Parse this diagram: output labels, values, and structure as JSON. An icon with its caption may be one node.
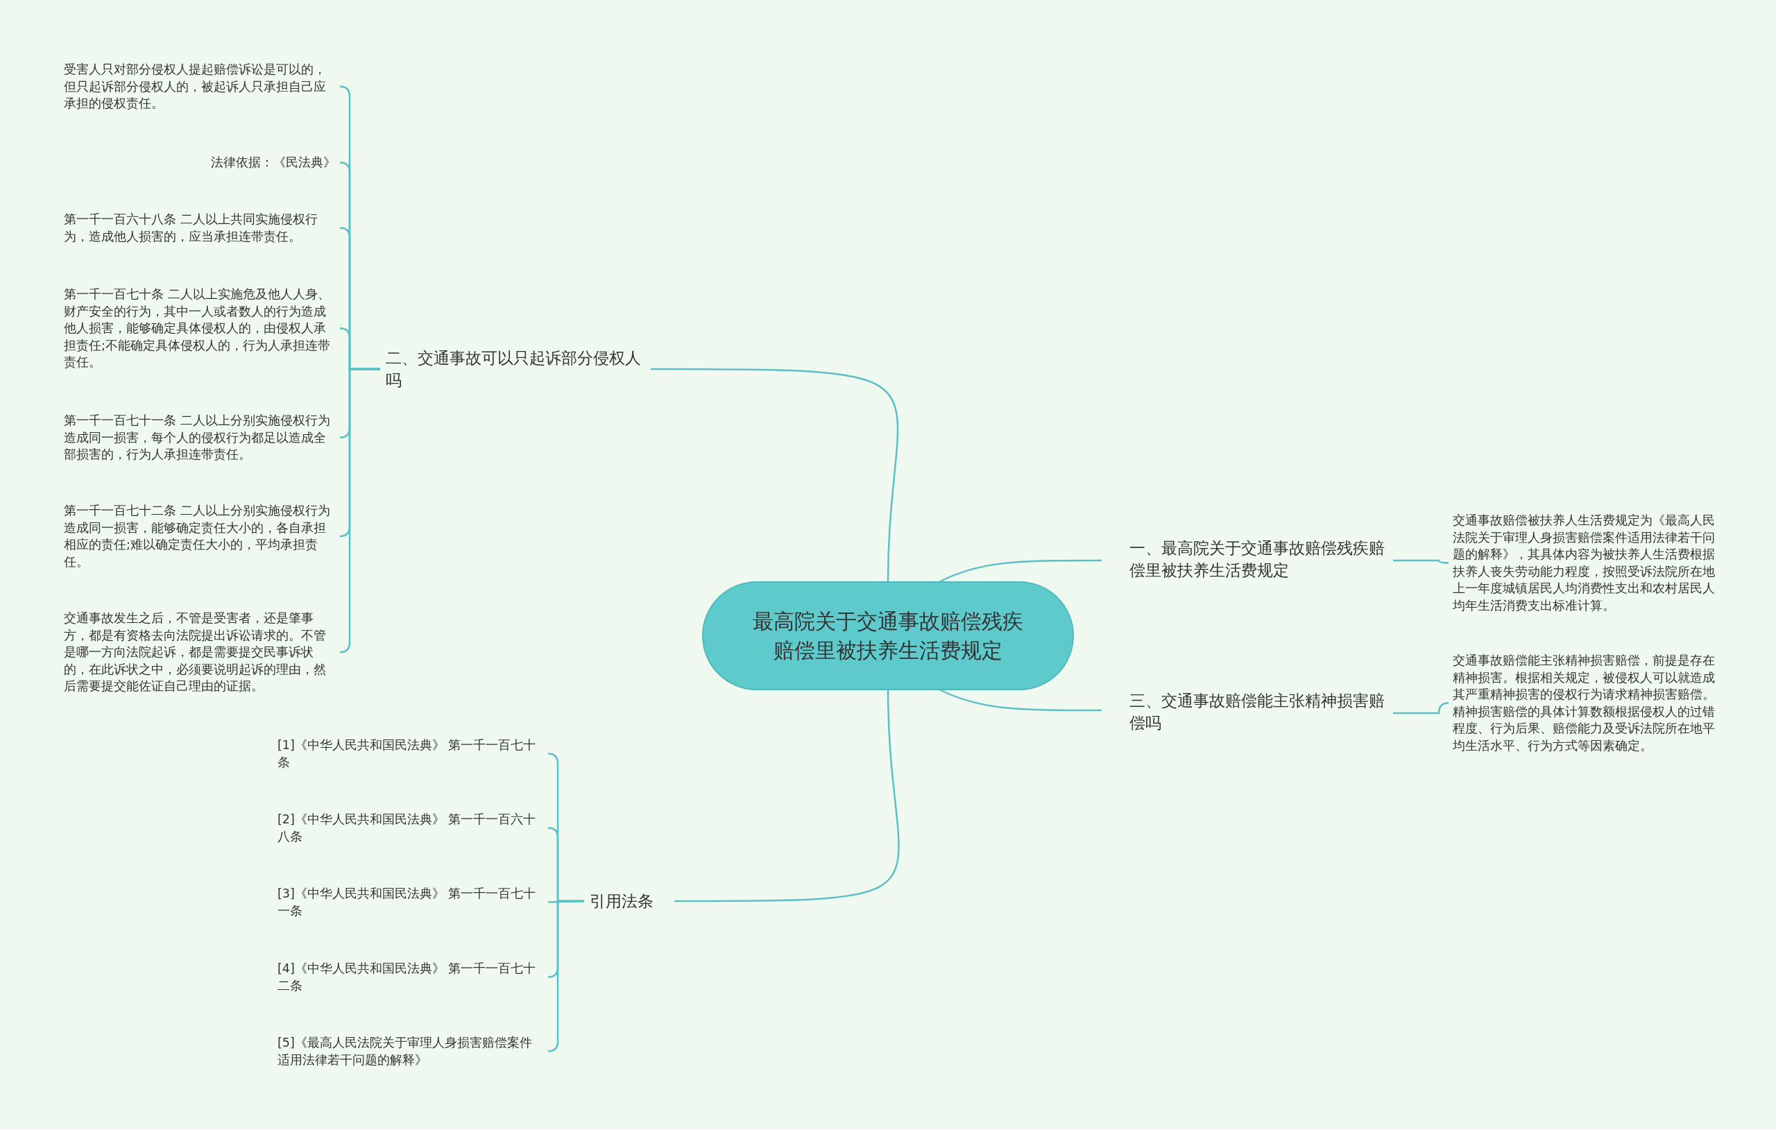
{
  "diagram": {
    "nodes": [
      {
        "text": [
          "最高院关于交通事故赔偿残疾赔偿里被扶养生活费规定"
        ]
      },
      {
        "text": [
          "一、最高院关于交通事故赔偿残疾赔偿里被扶养生活费规定"
        ]
      },
      {
        "text": [
          "交通事故赔偿被扶养人生活费规定为《最高人民法院关于审理人身损害赔偿案件适用法律若干问题的解释》，其具体内容为被扶养人生活费根据扶养人丧失劳动能力程度，按照受诉法院所在地上一年度城镇居民人均消费性支出和农村居民人均年生活消费支出标准计算。"
        ]
      },
      {
        "text": [
          "三、交通事故赔偿能主张精神损害赔偿吗"
        ]
      },
      {
        "text": [
          "交通事故赔偿能主张精神损害赔偿，前提是存在精神损害。根据相关规定，被侵权人可以就造成其严重精神损害的侵权行为请求精神损害赔偿。精神损害赔偿的具体计算数额根据侵权人的过错程度、行为后果、赔偿能力及受诉法院所在地平均生活水平、行为方式等因素确定。"
        ]
      },
      {
        "text": [
          "二、交通事故可以只起诉部分侵权人吗"
        ]
      },
      {
        "text": [
          "受害人只对部分侵权人提起赔偿诉讼是可以的，但只起诉部分侵权人的，被起诉人只承担自己应承担的侵权责任。"
        ]
      },
      {
        "text": [
          "法律依据：《民法典》"
        ]
      },
      {
        "text": [
          "第一千一百六十八条 二人以上共同实施侵权行为，造成他人损害的，应当承担连带责任。"
        ]
      },
      {
        "text": [
          "第一千一百七十条 二人以上实施危及他人人身、财产安全的行为，其中一人或者数人的行为造成他人损害，能够确定具体侵权人的，由侵权人承担责任;不能确定具体侵权人的，行为人承担连带责任。"
        ]
      },
      {
        "text": [
          "第一千一百七十一条 二人以上分别实施侵权行为造成同一损害，每个人的侵权行为都足以造成全部损害的，行为人承担连带责任。"
        ]
      },
      {
        "text": [
          "第一千一百七十二条 二人以上分别实施侵权行为造成同一损害，能够确定责任大小的，各自承担相应的责任;难以确定责任大小的，平均承担责任。"
        ]
      },
      {
        "text": [
          "交通事故发生之后，不管是受害者，还是肇事方，都是有资格去向法院提出诉讼请求的。不管是哪一方向法院起诉，都是需要提交民事诉状的，在此诉状之中，必须要说明起诉的理由，然后需要提交能佐证自己理由的证据。"
        ]
      },
      {
        "text": [
          "引用法条"
        ]
      },
      {
        "text": [
          "[1]《中华人民共和国民法典》 第一千一百七十条"
        ]
      },
      {
        "text": [
          "[2]《中华人民共和国民法典》 第一千一百六十八条"
        ]
      },
      {
        "text": [
          "[3]《中华人民共和国民法典》 第一千一百七十一条"
        ]
      },
      {
        "text": [
          "[4]《中华人民共和国民法典》 第一千一百七十二条"
        ]
      },
      {
        "text": [
          "[5]《最高人民法院关于审理人身损害赔偿案件适用法律若干问题的解释》"
        ]
      }
    ],
    "edges": [
      {
        "from": 0,
        "to": 1,
        "arrow": "none"
      },
      {
        "from": 1,
        "to": 2,
        "arrow": "none"
      },
      {
        "from": 0,
        "to": 3,
        "arrow": "none"
      },
      {
        "from": 3,
        "to": 4,
        "arrow": "none"
      },
      {
        "from": 0,
        "to": 5,
        "arrow": "none"
      },
      {
        "from": 5,
        "to": 6,
        "arrow": "none"
      },
      {
        "from": 5,
        "to": 7,
        "arrow": "none"
      },
      {
        "from": 5,
        "to": 8,
        "arrow": "none"
      },
      {
        "from": 5,
        "to": 9,
        "arrow": "none"
      },
      {
        "from": 5,
        "to": 10,
        "arrow": "none"
      },
      {
        "from": 5,
        "to": 11,
        "arrow": "none"
      },
      {
        "from": 5,
        "to": 12,
        "arrow": "none"
      },
      {
        "from": 0,
        "to": 13,
        "arrow": "none"
      },
      {
        "from": 13,
        "to": 14,
        "arrow": "none"
      },
      {
        "from": 13,
        "to": 15,
        "arrow": "none"
      },
      {
        "from": 13,
        "to": 16,
        "arrow": "none"
      },
      {
        "from": 13,
        "to": 17,
        "arrow": "none"
      },
      {
        "from": 13,
        "to": 18,
        "arrow": "none"
      }
    ]
  }
}
